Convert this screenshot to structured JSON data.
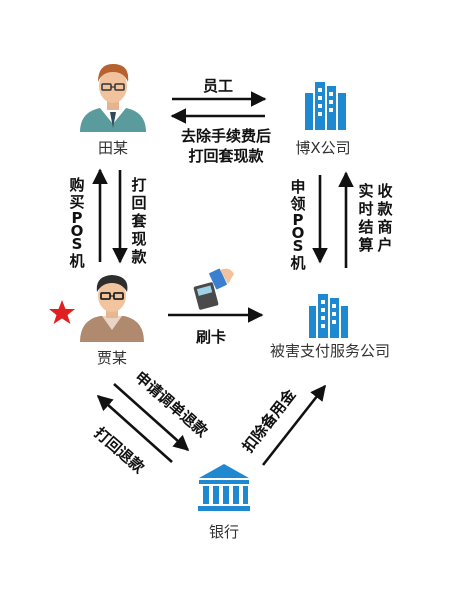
{
  "nodes": {
    "tian": {
      "label": "田某"
    },
    "boxi": {
      "label": "博X公司"
    },
    "jia": {
      "label": "贾某"
    },
    "victim": {
      "label": "被害支付服务公司"
    },
    "bank": {
      "label": "银行"
    }
  },
  "edges": {
    "employee": "员工",
    "fee_return": [
      "去除手续费后",
      "打回套现款"
    ],
    "buy_pos": [
      "购",
      "买",
      "P",
      "O",
      "S",
      "机"
    ],
    "return_cash": [
      "打",
      "回",
      "套",
      "现",
      "款"
    ],
    "apply_pos": [
      "申",
      "领",
      "P",
      "O",
      "S",
      "机"
    ],
    "realtime_settle_col1": [
      "收",
      "款",
      "商",
      "户"
    ],
    "realtime_settle_col2": [
      "实",
      "时",
      "结",
      "算"
    ],
    "swipe": "刷卡",
    "apply_refund": "申请调单退款",
    "return_refund": "打回退款",
    "deduct_reserve": "扣除备用金"
  },
  "colors": {
    "building": "#1e88d0",
    "bank_icon": "#1e88d0",
    "star": "#e02020",
    "arrow": "#111111"
  }
}
